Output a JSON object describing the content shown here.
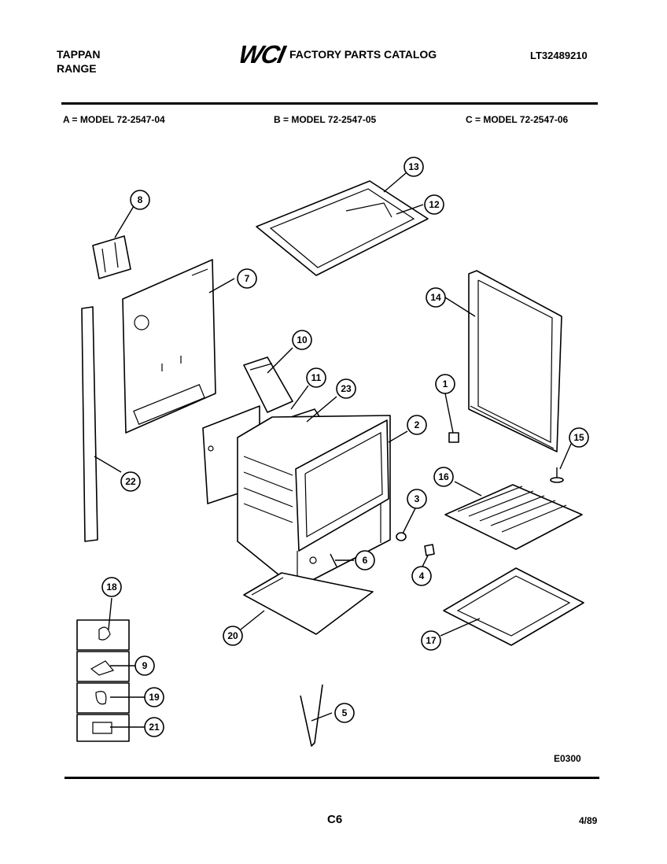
{
  "header": {
    "brand_line1": "TAPPAN",
    "brand_line2": "RANGE",
    "logo_text": "WCI",
    "catalog_title": "FACTORY PARTS CATALOG",
    "doc_number": "LT32489210"
  },
  "models": {
    "a": "A = MODEL 72-2547-04",
    "b": "B = MODEL 72-2547-05",
    "c": "C = MODEL 72-2547-06"
  },
  "callouts": [
    "1",
    "2",
    "3",
    "4",
    "5",
    "6",
    "7",
    "8",
    "9",
    "10",
    "11",
    "12",
    "13",
    "14",
    "15",
    "16",
    "17",
    "18",
    "19",
    "20",
    "21",
    "22",
    "23"
  ],
  "footer": {
    "drawing_code": "E0300",
    "page": "C6",
    "date": "4/89"
  }
}
